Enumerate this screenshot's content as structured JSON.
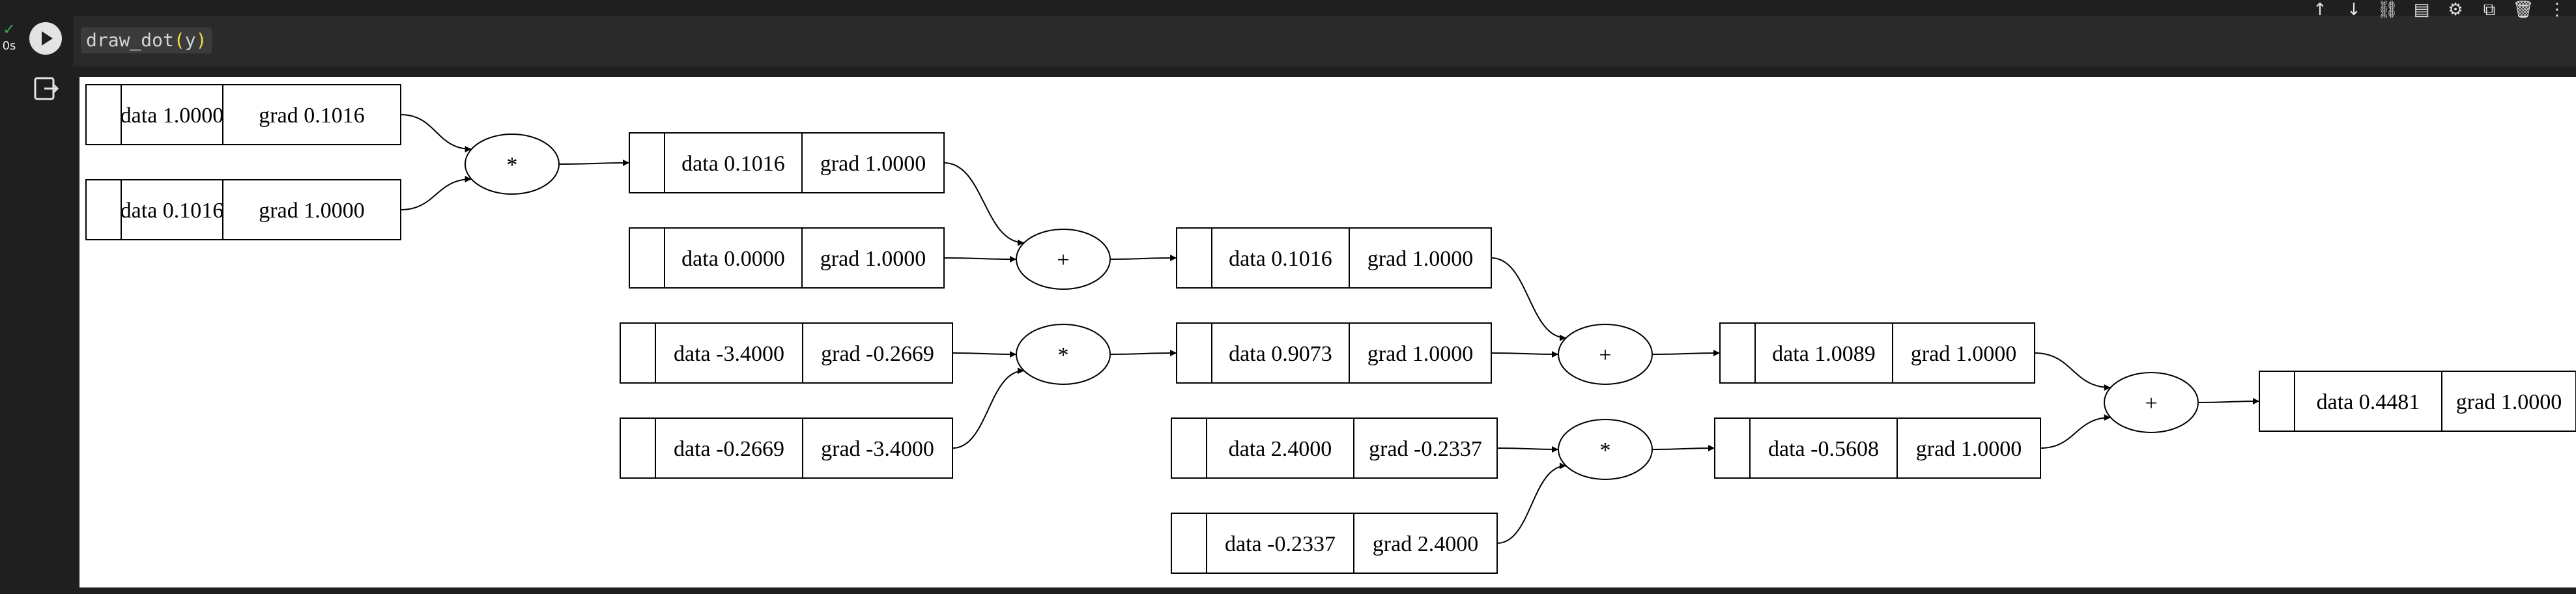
{
  "cell": {
    "status_text": "0s",
    "code_fn": "draw_dot",
    "code_open": "(",
    "code_arg": "y",
    "code_close": ")"
  },
  "toolbar": {
    "icons": [
      "arrow-up-icon",
      "arrow-down-icon",
      "link-icon",
      "comment-icon",
      "gear-icon",
      "mirror-cell-icon",
      "trash-icon",
      "more-vert-icon"
    ]
  },
  "graph": {
    "values": [
      {
        "data": "data 1.0000",
        "grad": "grad 0.1016"
      },
      {
        "data": "data 0.1016",
        "grad": "grad 1.0000"
      },
      {
        "data": "data 0.1016",
        "grad": "grad 1.0000"
      },
      {
        "data": "data 0.0000",
        "grad": "grad 1.0000"
      },
      {
        "data": "data -3.4000",
        "grad": "grad -0.2669"
      },
      {
        "data": "data -0.2669",
        "grad": "grad -3.4000"
      },
      {
        "data": "data 0.1016",
        "grad": "grad 1.0000"
      },
      {
        "data": "data 0.9073",
        "grad": "grad 1.0000"
      },
      {
        "data": "data 2.4000",
        "grad": "grad -0.2337"
      },
      {
        "data": "data -0.2337",
        "grad": "grad 2.4000"
      },
      {
        "data": "data 1.0089",
        "grad": "grad 1.0000"
      },
      {
        "data": "data -0.5608",
        "grad": "grad 1.0000"
      },
      {
        "data": "data 0.4481",
        "grad": "grad 1.0000"
      }
    ],
    "ops": [
      "*",
      "+",
      "*",
      "+",
      "*",
      "+"
    ]
  }
}
